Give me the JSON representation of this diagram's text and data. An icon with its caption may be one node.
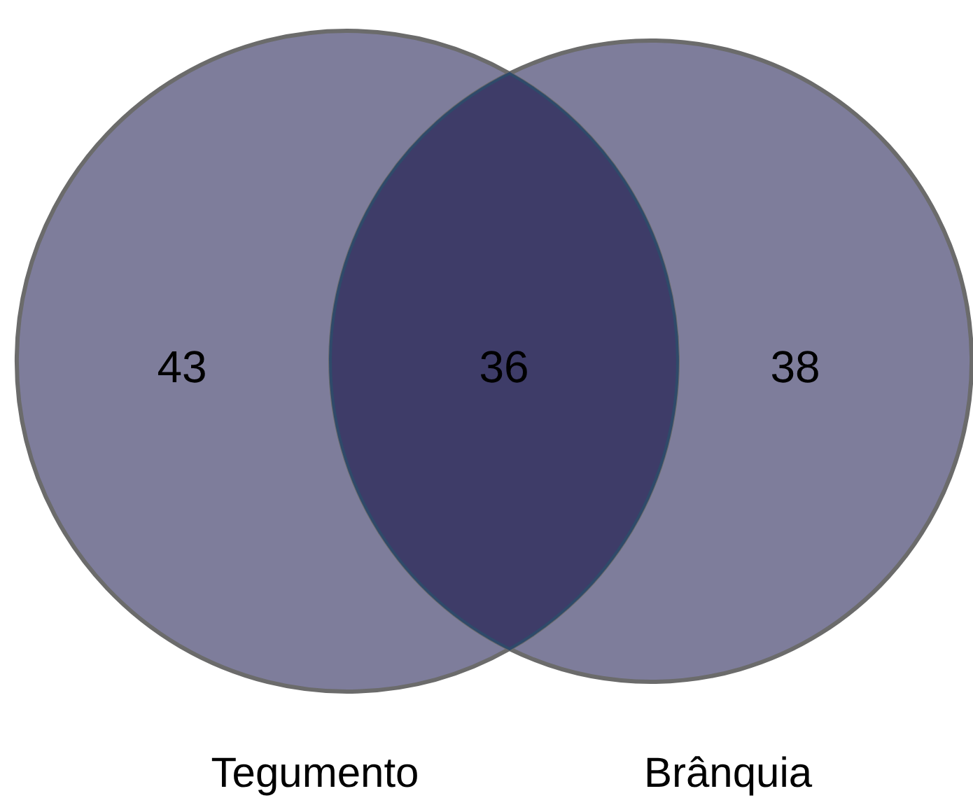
{
  "diagram": {
    "nodes": [
      {
        "text": [
          "43"
        ],
        "beside": [
          "Tegumento"
        ]
      },
      {
        "text": [
          "38"
        ],
        "beside": [
          "Brânquia"
        ]
      },
      {
        "text": [
          "36"
        ]
      }
    ]
  }
}
